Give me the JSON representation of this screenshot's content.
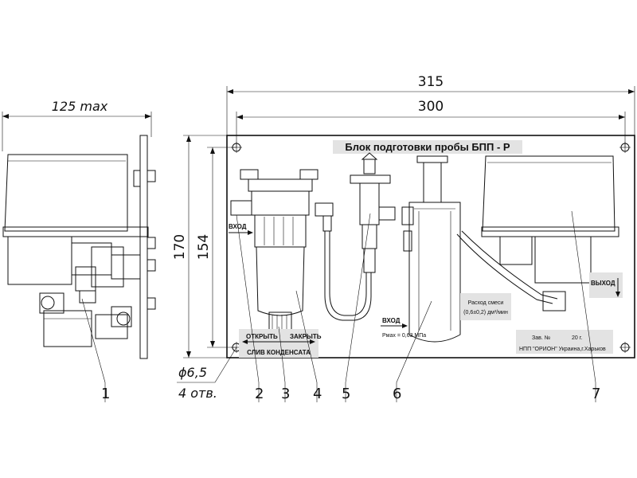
{
  "dimensions": {
    "overall_width": "315",
    "panel_width": "300",
    "depth": "125 max",
    "height_outer": "170",
    "height_inner": "154",
    "hole_diameter": "ϕ6,5",
    "hole_count": "4 отв."
  },
  "panel": {
    "title": "Блок подготовки пробы БПП - Р",
    "inlet_label_1": "ВХОД",
    "inlet_label_2": "ВХОД",
    "outlet_label": "ВЫХОД",
    "open_label": "ОТКРЫТЬ",
    "close_label": "ЗАКРЫТЬ",
    "drain_label": "СЛИВ КОНДЕНСАТА",
    "pressure_label": "Pмах = 0,63 МПа",
    "flow_label_line1": "Расход смеси",
    "flow_label_line2": "(0,6±0,2) дм³/мин",
    "serial_label": "Зав. №",
    "year_label": "20    г.",
    "maker_label": "НПП \"ОРИОН\" Украина,г.Харьков"
  },
  "callouts": [
    "1",
    "2",
    "3",
    "4",
    "5",
    "6",
    "7"
  ]
}
